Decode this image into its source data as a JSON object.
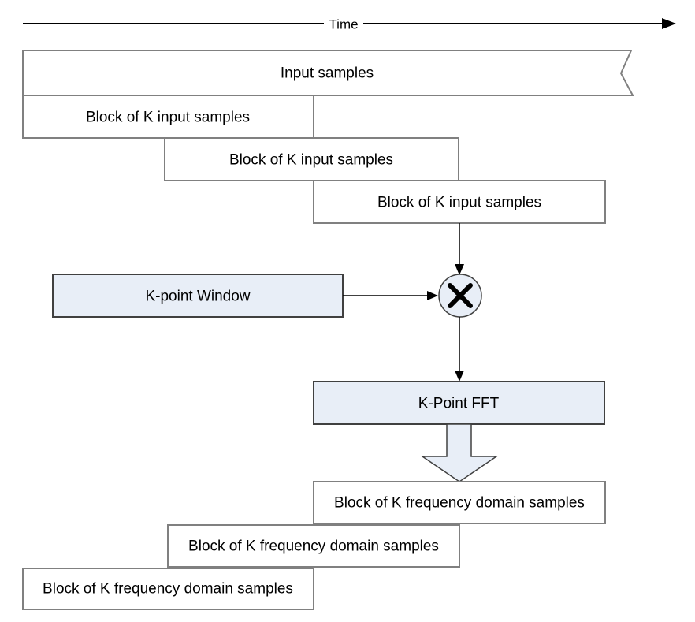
{
  "time_axis": {
    "label": "Time"
  },
  "boxes": {
    "input_samples": "Input samples",
    "input_blocks": [
      "Block of K input samples",
      "Block of K input samples",
      "Block of K input samples"
    ],
    "window": "K-point Window",
    "fft": "K-Point FFT",
    "freq_blocks": [
      "Block of K frequency domain samples",
      "Block of K frequency domain samples",
      "Block of K frequency domain samples"
    ]
  },
  "icons": {
    "multiply": "multiply-icon",
    "time_arrow": "arrow-right-icon",
    "fft_output": "block-arrow-down-icon"
  },
  "colors": {
    "highlight_fill": "#e8eef7",
    "white_box_border": "#808080",
    "accent_border": "#404040",
    "line": "#000000"
  }
}
